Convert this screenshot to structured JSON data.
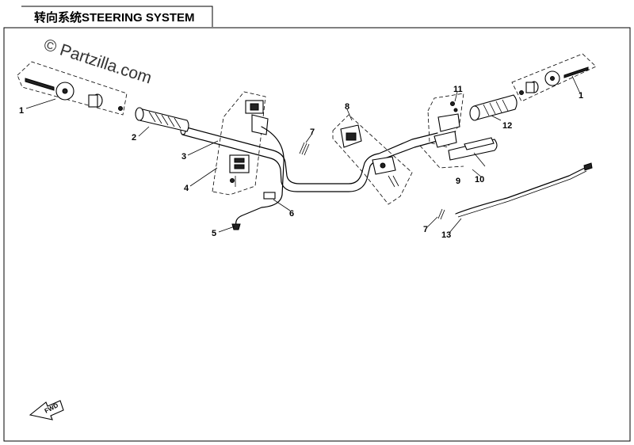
{
  "title": "转向系统STEERING SYSTEM",
  "watermark": "© Partzilla.com",
  "direction_label": "FWD",
  "callouts": {
    "c1_left": "1",
    "c1_right": "1",
    "c2": "2",
    "c3": "3",
    "c4": "4",
    "c5": "5",
    "c6": "6",
    "c7_top": "7",
    "c7_bottom": "7",
    "c8": "8",
    "c9": "9",
    "c10": "10",
    "c11": "11",
    "c12": "12",
    "c13": "13"
  }
}
